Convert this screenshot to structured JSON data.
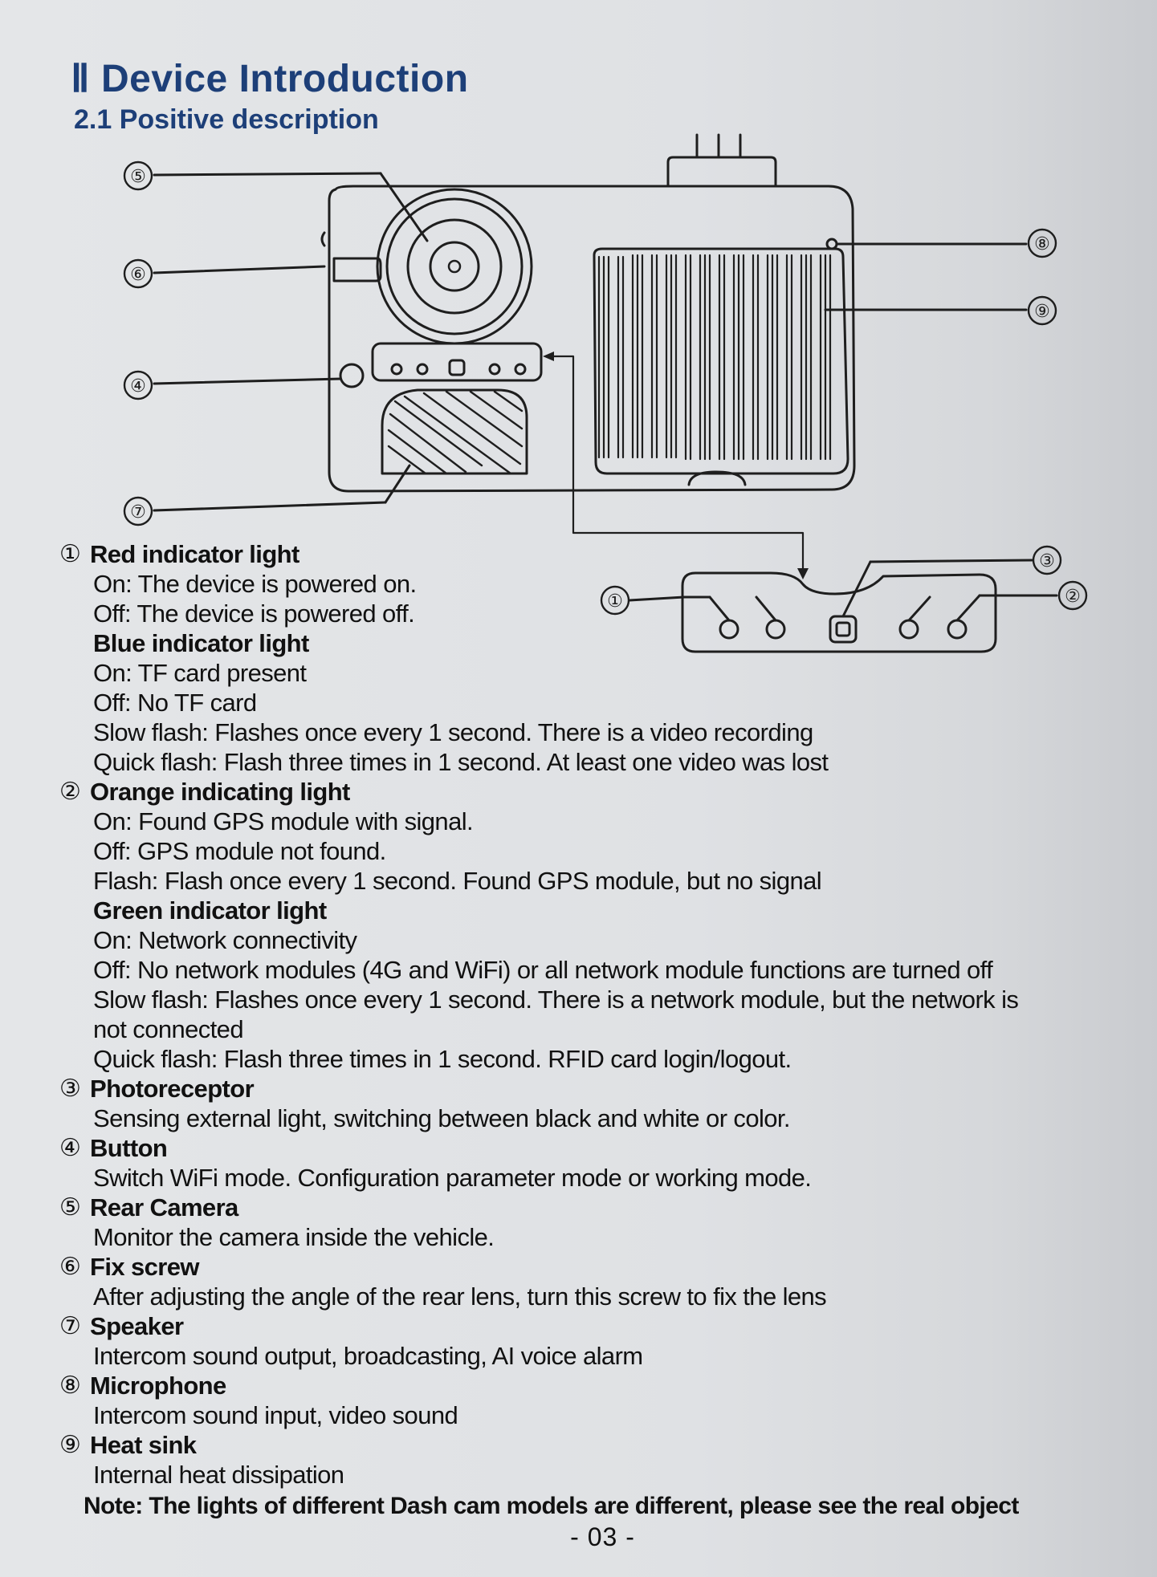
{
  "section_heading": "Ⅱ Device Introduction",
  "subsection_heading": "2.1 Positive description",
  "diagram": {
    "callouts": [
      "⑤",
      "⑥",
      "④",
      "⑦",
      "⑧",
      "⑨",
      "①",
      "③",
      "②"
    ]
  },
  "items": [
    {
      "num": "①",
      "title": "Red indicator light",
      "lines": [
        "On: The device is powered on.",
        "Off: The device is powered off."
      ],
      "sub_title": "Blue indicator light",
      "sub_lines": [
        "On: TF card present",
        "Off: No TF card",
        "Slow flash: Flashes once every 1 second. There is a video recording",
        "Quick flash: Flash three times in 1 second. At least one video was lost"
      ]
    },
    {
      "num": "②",
      "title": "Orange indicating light",
      "lines": [
        "On: Found GPS module with signal.",
        "Off: GPS module not found.",
        "Flash: Flash once every 1 second. Found GPS module, but no signal"
      ],
      "sub_title": "Green indicator light",
      "sub_lines": [
        "On: Network connectivity",
        "Off: No network modules (4G and WiFi) or all network module functions are turned off",
        "Slow flash: Flashes once every 1 second. There is a network module, but the network is",
        "not connected",
        "Quick flash: Flash three times in 1 second. RFID card login/logout."
      ]
    },
    {
      "num": "③",
      "title": "Photoreceptor",
      "lines": [
        "Sensing external light, switching between black and white or color."
      ]
    },
    {
      "num": "④",
      "title": "Button",
      "lines": [
        "Switch WiFi mode. Configuration parameter mode or working mode."
      ]
    },
    {
      "num": "⑤",
      "title": "Rear Camera",
      "lines": [
        "Monitor the camera inside the vehicle."
      ]
    },
    {
      "num": "⑥",
      "title": "Fix screw",
      "lines": [
        "After adjusting the angle of the rear lens, turn this screw to fix the lens"
      ]
    },
    {
      "num": "⑦",
      "title": "Speaker",
      "lines": [
        "Intercom sound output, broadcasting, AI voice alarm"
      ]
    },
    {
      "num": "⑧",
      "title": "Microphone",
      "lines": [
        "Intercom sound input, video sound"
      ]
    },
    {
      "num": "⑨",
      "title": "Heat sink",
      "lines": [
        "Internal heat dissipation"
      ]
    }
  ],
  "note": "Note: The lights of different Dash cam models are different, please see the real object",
  "page_number": "- 03 -"
}
